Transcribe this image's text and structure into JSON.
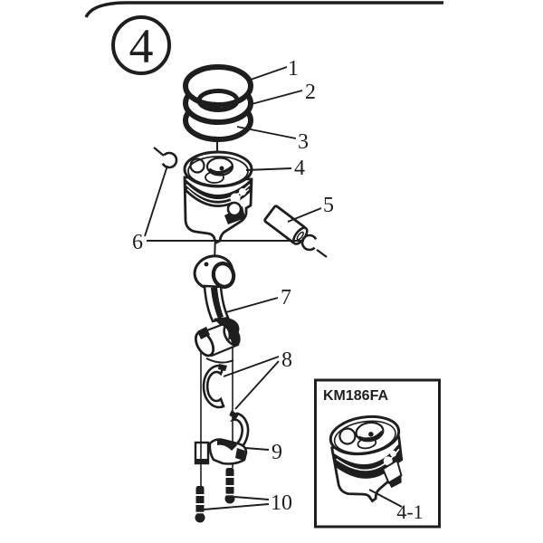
{
  "figure": {
    "badge_number": "4",
    "colors": {
      "line": "#1e1e1e",
      "background": "#ffffff"
    }
  },
  "callouts": [
    {
      "label": "1"
    },
    {
      "label": "2"
    },
    {
      "label": "3"
    },
    {
      "label": "4"
    },
    {
      "label": "5"
    },
    {
      "label": "6"
    },
    {
      "label": "7"
    },
    {
      "label": "8"
    },
    {
      "label": "9"
    },
    {
      "label": "10"
    }
  ],
  "inset": {
    "model": "KM186FA",
    "callout_label": "4-1"
  }
}
